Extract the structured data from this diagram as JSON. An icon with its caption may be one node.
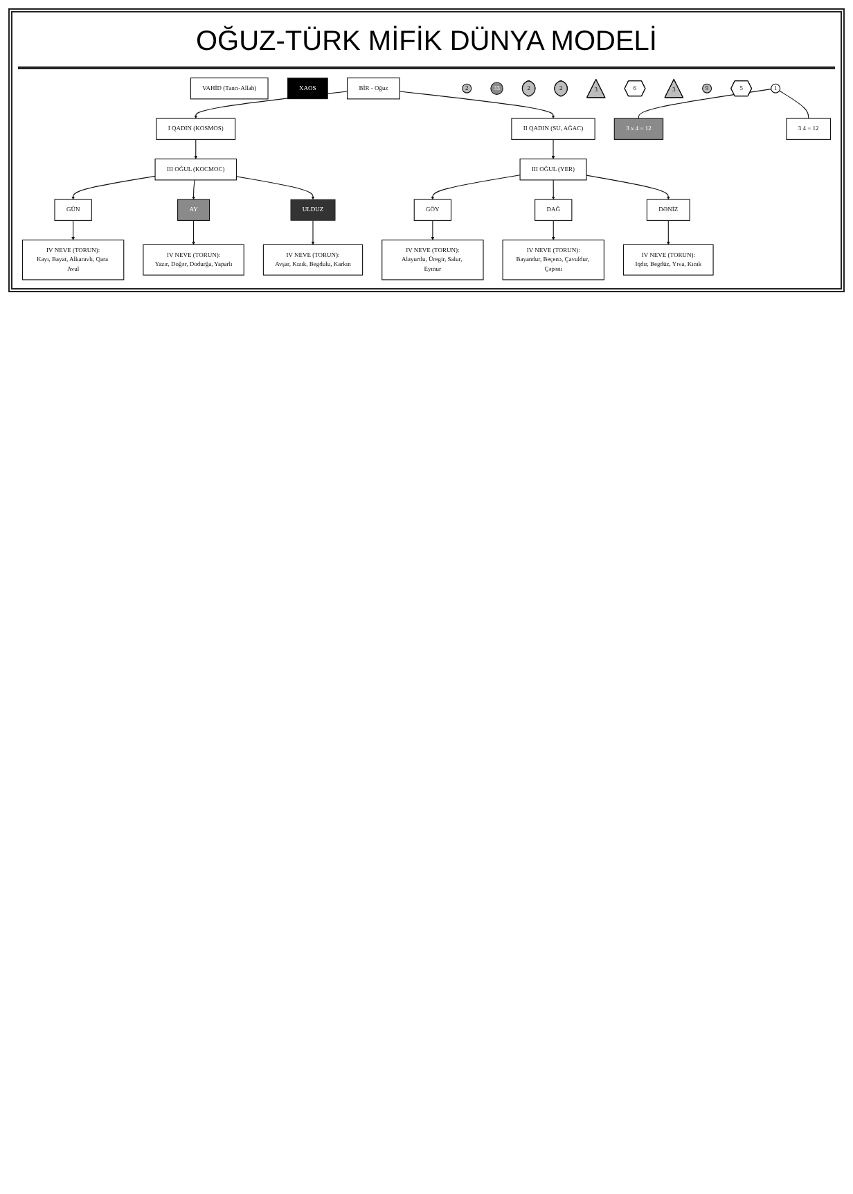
{
  "diagram": {
    "title": "OĞUZ-TÜRK MİFİK DÜNYA MODELİ",
    "nodes": [
      {
        "text": [
          "VAHİD (Tanrı-Allah)"
        ]
      },
      {
        "text": [
          "XAOS"
        ]
      },
      {
        "text": [
          "BİR - Oğuz"
        ]
      },
      {
        "text": [
          "2"
        ]
      },
      {
        "text": [
          "33"
        ]
      },
      {
        "text": [
          "I QADIN (KOSMOS)"
        ]
      },
      {
        "text": [
          "2"
        ]
      },
      {
        "text": [
          "2"
        ]
      },
      {
        "text": [
          "II QADIN (SU, AĞAC)"
        ]
      },
      {
        "text": [
          "III OĞUL (KOCMOC)"
        ]
      },
      {
        "text": [
          "3"
        ]
      },
      {
        "text": [
          "6"
        ]
      },
      {
        "text": [
          "3"
        ]
      },
      {
        "text": [
          "III OĞUL (YER)"
        ]
      },
      {
        "text": [
          "GÜN"
        ]
      },
      {
        "text": [
          "AY"
        ]
      },
      {
        "text": [
          "ULDUZ"
        ]
      },
      {
        "text": [
          "9"
        ]
      },
      {
        "text": [
          "GÖY"
        ]
      },
      {
        "text": [
          "DAĞ"
        ]
      },
      {
        "text": [
          "DƏNİZ"
        ]
      },
      {
        "text": [
          "5"
        ]
      },
      {
        "text": [
          "IV NEVE (TORUN):",
          "Kayı, Bayat, Alkaravlı, Qara Avul"
        ]
      },
      {
        "text": [
          "IV NEVE (TORUN):",
          "Yazır, Doğər, Dodurğa, Yaparlı"
        ]
      },
      {
        "text": [
          "IV NEVE (TORUN):",
          "Avşar, Kızık, Begdulu, Karkın"
        ]
      },
      {
        "text": [
          "IV NEVE (TORUN):",
          "Alayurtlu, Üregir, Salur, Eymur"
        ]
      },
      {
        "text": [
          "IV NEVE (TORUN):",
          "Bayandur, Beçenə, Çavuldur, Çəpəni"
        ]
      },
      {
        "text": [
          "IV NEVE (TORUN):",
          "Iqdır, Begdüz, Yıva, Kınık"
        ]
      },
      {
        "text": [
          "3 x 4 = 12"
        ]
      },
      {
        "text": [
          "1"
        ]
      },
      {
        "text": [
          "3   4 = 12"
        ]
      }
    ],
    "edges": [
      {
        "from": 2,
        "to": 5,
        "arrow": "to"
      },
      {
        "from": 2,
        "to": 8,
        "arrow": "to"
      },
      {
        "from": 5,
        "to": 9,
        "arrow": "to"
      },
      {
        "from": 8,
        "to": 13,
        "arrow": "to"
      },
      {
        "from": 9,
        "to": 14,
        "arrow": "to"
      },
      {
        "from": 9,
        "to": 15,
        "arrow": "to"
      },
      {
        "from": 9,
        "to": 16,
        "arrow": "to"
      },
      {
        "from": 13,
        "to": 18,
        "arrow": "to"
      },
      {
        "from": 13,
        "to": 19,
        "arrow": "to"
      },
      {
        "from": 13,
        "to": 20,
        "arrow": "to"
      },
      {
        "from": 14,
        "to": 22,
        "arrow": "to"
      },
      {
        "from": 15,
        "to": 23,
        "arrow": "to"
      },
      {
        "from": 16,
        "to": 24,
        "arrow": "to"
      },
      {
        "from": 18,
        "to": 25,
        "arrow": "to"
      },
      {
        "from": 19,
        "to": 26,
        "arrow": "to"
      },
      {
        "from": 20,
        "to": 27,
        "arrow": "to"
      },
      {
        "from": 29,
        "to": 28,
        "arrow": "none"
      },
      {
        "from": 29,
        "to": 30,
        "arrow": "none"
      }
    ]
  }
}
